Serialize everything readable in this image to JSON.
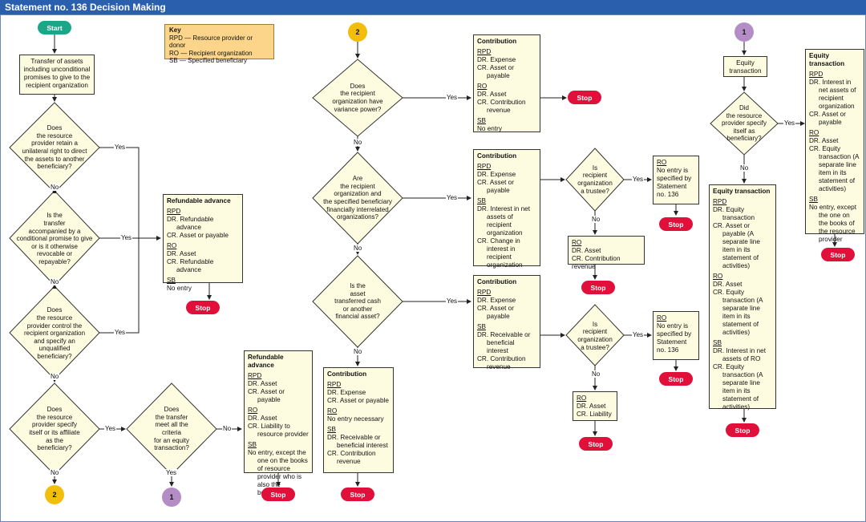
{
  "title": "Statement no. 136 Decision Making",
  "key": {
    "title": "Key",
    "rows": [
      "RPD — Resource provider or donor",
      "RO — Recipient organization",
      "SB — Specified beneficiary"
    ]
  },
  "start": "Start",
  "stop": "Stop",
  "labels": {
    "yes": "Yes",
    "no": "No"
  },
  "connectors": {
    "one": "1",
    "two": "2"
  },
  "left": {
    "transfer_box": "Transfer of assets including unconditional promises to give to the recipient organization",
    "q1": [
      "Does",
      "the resource",
      "provider retain a",
      "unilateral right to direct",
      "the assets to another",
      "beneficiary?"
    ],
    "q2": [
      "Is the",
      "transfer",
      "accompanied by a",
      "conditional promise to give",
      "or is it otherwise",
      "revocable or",
      "repayable?"
    ],
    "q3": [
      "Does",
      "the resource",
      "provider control the",
      "recipient organization",
      "and specify an",
      "unqualified",
      "beneficiary?"
    ],
    "q4": [
      "Does",
      "the resource",
      "provider specify",
      "itself or its affiliate",
      "as the",
      "beneficiary?"
    ],
    "q5": [
      "Does",
      "the transfer",
      "meet all the",
      "criteria",
      "for an equity",
      "transaction?"
    ]
  },
  "refund1": {
    "title": "Refundable advance",
    "rpd": "RPD",
    "rpd1": "DR. Refundable advance",
    "rpd2": "CR. Asset or payable",
    "ro": "RO",
    "ro1": "DR. Asset",
    "ro2": "CR. Refundable advance",
    "sb": "SB",
    "sb1": "No entry"
  },
  "refund2": {
    "title": "Refundable advance",
    "rpd": "RPD",
    "rpd1": "DR. Asset",
    "rpd2": "CR. Asset or payable",
    "ro": "RO",
    "ro1": "DR. Asset",
    "ro2": "CR. Liability to resource provider",
    "sb": "SB",
    "sb1": "No entry, except the one on the books of resource provider who is also the beneficiary"
  },
  "mid": {
    "q6": [
      "Does",
      "the recipient",
      "organization have",
      "variance power?"
    ],
    "q7": [
      "Are",
      "the recipient",
      "organization and",
      "the specified beneficiary",
      "financially interrelated",
      "organizations?"
    ],
    "q8": [
      "Is the",
      "asset",
      "transferred cash",
      "or another",
      "financial asset?"
    ]
  },
  "contrib_bottom": {
    "title": "Contribution",
    "rpd": "RPD",
    "rpd1": "DR. Expense",
    "rpd2": "CR. Asset or payable",
    "ro": "RO",
    "ro1": "No entry necessary",
    "sb": "SB",
    "sb1": "DR. Receivable or beneficial interest",
    "sb2": "CR. Contribution revenue"
  },
  "contrib1": {
    "title": "Contribution",
    "rpd": "RPD",
    "rpd1": "DR. Expense",
    "rpd2": "CR. Asset or payable",
    "ro": "RO",
    "ro1": "DR. Asset",
    "ro2": "CR. Contribution revenue",
    "sb": "SB",
    "sb1": "No entry"
  },
  "contrib2": {
    "title": "Contribution",
    "rpd": "RPD",
    "rpd1": "DR. Expense",
    "rpd2": "CR. Asset or payable",
    "sb": "SB",
    "sb1": "DR. Interest in net assets of recipient organization",
    "sb2": "CR. Change in interest in recipient organization"
  },
  "contrib3": {
    "title": "Contribution",
    "rpd": "RPD",
    "rpd1": "DR. Expense",
    "rpd2": "CR. Asset or payable",
    "sb": "SB",
    "sb1": "DR. Receivable or beneficial interest",
    "sb2": "CR. Contribution revenue"
  },
  "trustee_q": [
    "Is",
    "recipient",
    "organization",
    "a trustee?"
  ],
  "ro_noentry": {
    "h": "RO",
    "t": "No entry is specified by Statement no. 136"
  },
  "ro_asset_revenue": {
    "h": "RO",
    "l1": "DR. Asset",
    "l2": "CR. Contribution revenue"
  },
  "ro_asset_liability": {
    "h": "RO",
    "l1": "DR. Asset",
    "l2": "CR. Liability"
  },
  "right": {
    "equity_box": "Equity transaction",
    "q9": [
      "Did",
      "the resource",
      "provider specify",
      "itself as",
      "beneficiary?"
    ]
  },
  "equity1": {
    "title": "Equity transaction",
    "rpd": "RPD",
    "rpd1": "DR. Equity transaction",
    "rpd2": "CR. Asset or payable (A separate line item in its statement of activities)",
    "ro": "RO",
    "ro1": "DR. Asset",
    "ro2": "CR. Equity transaction (A separate line item in its statement of activities)",
    "sb": "SB",
    "sb1": "DR. Interest in net assets of RO",
    "sb2": "CR. Equity transaction (A separate line item in its statement of activities)"
  },
  "equity2": {
    "title": "Equity transaction",
    "rpd": "RPD",
    "rpd1": "DR. Interest in net assets of recipient organization",
    "rpd2": "CR. Asset or payable",
    "ro": "RO",
    "ro1": "DR. Asset",
    "ro2": "CR. Equity transaction (A separate line item in its statement of activities)",
    "sb": "SB",
    "sb1": "No entry, except the one on the books of the resource provider"
  },
  "colors": {
    "header": "#2a5fad",
    "box": "#fefce0",
    "diamond": "#fefce0",
    "stop": "#e0103a",
    "start": "#1ba688",
    "conn1": "#b48cc6",
    "conn2": "#f2be0c",
    "key": "#fcd58a"
  }
}
